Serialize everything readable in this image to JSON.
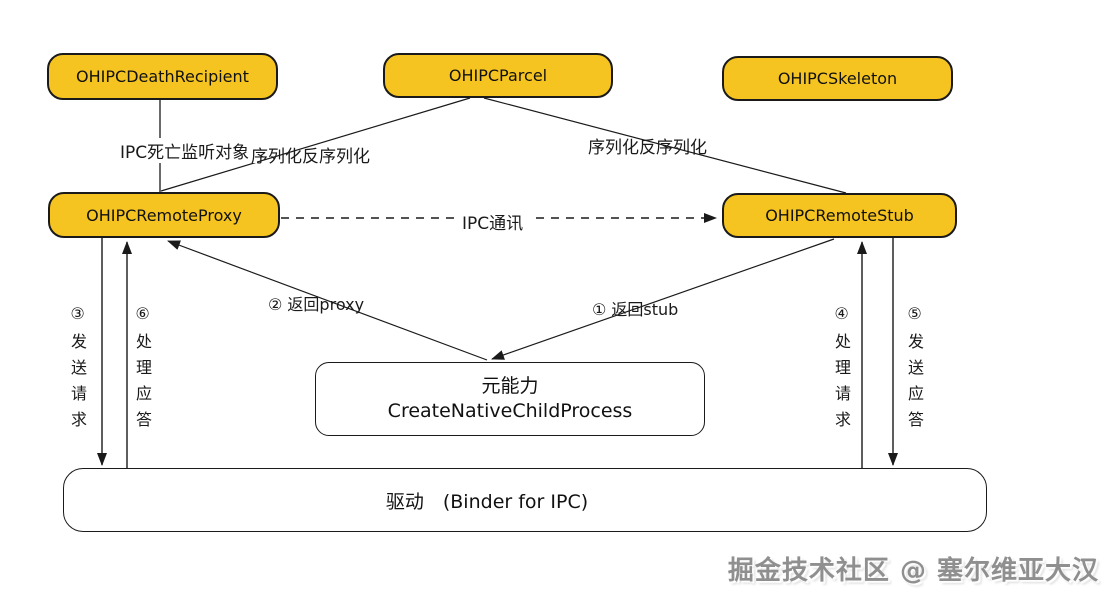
{
  "diagram": {
    "nodes": {
      "death_recipient": {
        "label": "OHIPCDeathRecipient"
      },
      "parcel": {
        "label": "OHIPCParcel"
      },
      "skeleton": {
        "label": "OHIPCSkeleton"
      },
      "proxy": {
        "label": "OHIPCRemoteProxy"
      },
      "stub": {
        "label": "OHIPCRemoteStub"
      },
      "ability": {
        "line1": "元能力",
        "line2": "CreateNativeChildProcess"
      },
      "driver": {
        "label": "驱动　(Binder for IPC)"
      }
    },
    "edge_labels": {
      "death_link": "IPC死亡监听对象",
      "serialize_left": "序列化反序列化",
      "serialize_right": "序列化反序列化",
      "ipc_comm": "IPC通讯",
      "return_proxy": "② 返回proxy",
      "return_stub": "① 返回stub",
      "step3_send_request": "③发送请求",
      "step6_handle_response": "⑥处理应答",
      "step4_handle_request": "④处理请求",
      "step5_send_response": "⑤发送应答"
    },
    "watermark": "掘金技术社区 @ 塞尔维亚大汉",
    "colors": {
      "node_fill": "#F6C420",
      "node_border": "#1A1A1A",
      "line": "#1A1A1A",
      "background": "#FFFFFF",
      "watermark_gray": "#8F8F8F"
    }
  }
}
